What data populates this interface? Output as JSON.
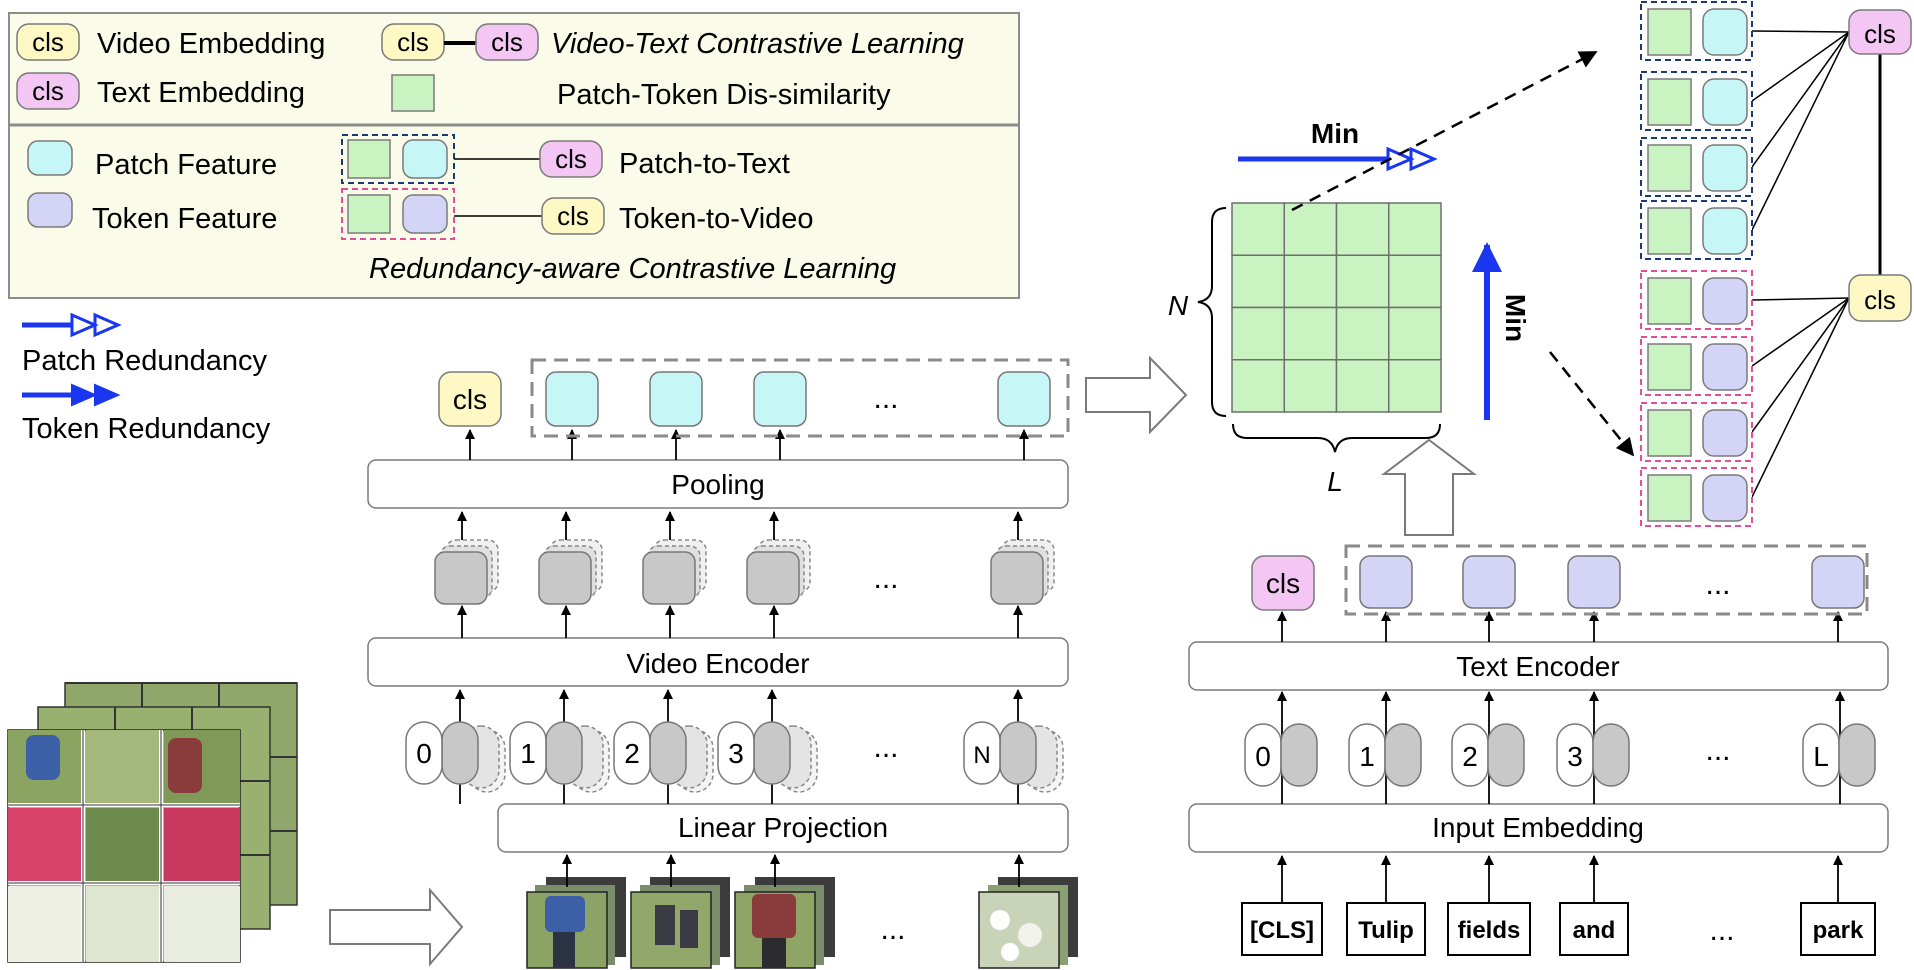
{
  "colors": {
    "video_cls": "#fdf8c4",
    "text_cls": "#f3c6f3",
    "patch_feature": "#c6f6f6",
    "token_feature": "#d4d4f6",
    "similarity_cell": "#c9f3c1",
    "encoder_token": "#c8c8c8",
    "legend_bg": "#fafbe9",
    "arrow_blue": "#1a36ee",
    "patch_group_border": "#1b3a78",
    "token_group_border": "#e64c98"
  },
  "legend": {
    "cls": "cls",
    "video_embedding": "Video Embedding",
    "text_embedding": "Text Embedding",
    "video_text_contrastive": "Video-Text Contrastive Learning",
    "patch_token_dissimilarity": "Patch-Token Dis-similarity",
    "patch_feature": "Patch Feature",
    "token_feature": "Token Feature",
    "patch_to_text": "Patch-to-Text",
    "token_to_video": "Token-to-Video",
    "redundancy_aware": "Redundancy-aware Contrastive Learning",
    "patch_redundancy": "Patch Redundancy",
    "token_redundancy": "Token Redundancy"
  },
  "video_branch": {
    "cls": "cls",
    "ellipsis": "...",
    "pooling": "Pooling",
    "encoder": "Video Encoder",
    "projection": "Linear Projection",
    "position_indices": [
      "0",
      "1",
      "2",
      "3",
      "N"
    ]
  },
  "text_branch": {
    "cls": "cls",
    "ellipsis": "...",
    "encoder": "Text Encoder",
    "embedding": "Input Embedding",
    "position_indices": [
      "0",
      "1",
      "2",
      "3",
      "L"
    ],
    "words": [
      "[CLS]",
      "Tulip",
      "fields",
      "and",
      "park"
    ]
  },
  "similarity_matrix": {
    "rows_label": "N",
    "cols_label": "L",
    "rows": 4,
    "cols": 4,
    "min_horizontal": "Min",
    "min_vertical": "Min"
  },
  "redundancy_pairs": {
    "cls": "cls",
    "patch_to_text_pairs": 4,
    "token_to_video_pairs": 4
  }
}
